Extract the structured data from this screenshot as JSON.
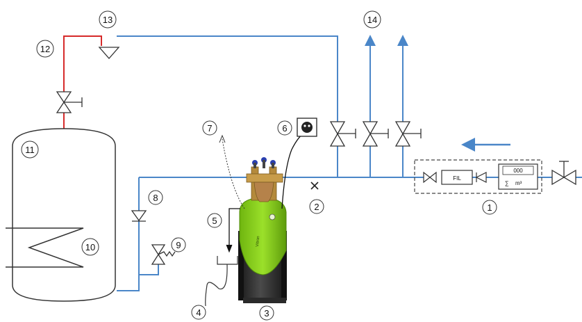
{
  "callouts": [
    {
      "id": "c1",
      "text": "1"
    },
    {
      "id": "c2",
      "text": "2"
    },
    {
      "id": "c3",
      "text": "3"
    },
    {
      "id": "c4",
      "text": "4"
    },
    {
      "id": "c5",
      "text": "5"
    },
    {
      "id": "c6",
      "text": "6"
    },
    {
      "id": "c7",
      "text": "7"
    },
    {
      "id": "c8",
      "text": "8"
    },
    {
      "id": "c9",
      "text": "9"
    },
    {
      "id": "c10",
      "text": "10"
    },
    {
      "id": "c11",
      "text": "11"
    },
    {
      "id": "c12",
      "text": "12"
    },
    {
      "id": "c13",
      "text": "13"
    },
    {
      "id": "c14",
      "text": "14"
    }
  ],
  "filter_label": "FIL",
  "meter_digits": "000",
  "meter_sum": "∑",
  "meter_unit": "m³",
  "unit_brand": "Vitron",
  "colors": {
    "cold_water_pipe": "#4a86c8",
    "hot_water_pipe": "#d62a2a",
    "softener_body": "#8ad11a",
    "base_body": "#2e2e2e",
    "valve_body": "#b48a3c"
  }
}
